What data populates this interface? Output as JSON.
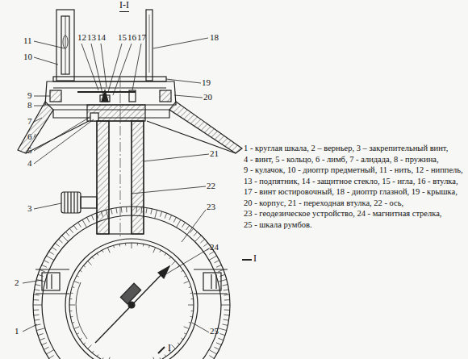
{
  "diagram": {
    "labels": [
      "I-I",
      "11",
      "10",
      "9",
      "8",
      "7",
      "6",
      "5",
      "4",
      "3",
      "12",
      "13",
      "14",
      "15",
      "16",
      "17",
      "18",
      "19",
      "20",
      "21",
      "22",
      "23",
      "24",
      "2",
      "1",
      "25",
      "I",
      "I",
      "1 - круглая шкала, 2 – верньер, 3 – закрепительный винт,",
      "4 - винт, 5 - кольцо, 6 - лимб, 7 - алидада, 8 - пружина,",
      "9 - кулачок, 10 - диоптр предметный, 11 - нить, 12 - ниппель,",
      "13 - подпятник, 14 - защитное стекло, 15 - игла, 16 - втулка,",
      "17 - винт юстировочный, 18 - диоптр глазной, 19 - крышка,",
      "20 - корпус, 21 - переходная втулка, 22 - ось,",
      "23 - геодезическое устройство, 24 - магнитная стрелка,",
      "25 - шкала румбов."
    ]
  }
}
